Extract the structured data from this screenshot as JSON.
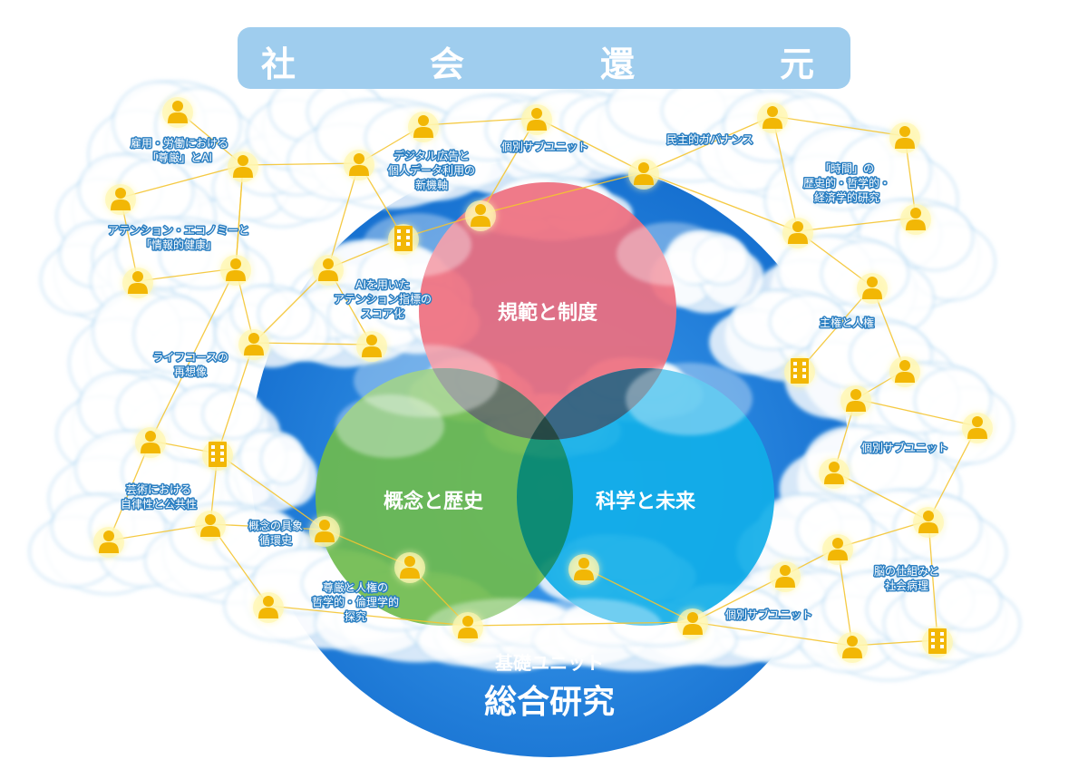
{
  "banner": {
    "chars": [
      "社",
      "会",
      "還",
      "元"
    ]
  },
  "base": {
    "line1": "基礎ユニット",
    "line2": "総合研究"
  },
  "circles": [
    {
      "label": "規範と制度",
      "color": "#ee6f7f"
    },
    {
      "label": "概念と歴史",
      "color": "#6fbb4e"
    },
    {
      "label": "科学と未来",
      "color": "#11aee8"
    }
  ],
  "colors": {
    "base_circle": "#1777d4",
    "banner": "#9fcdee",
    "overlap_rg": "#5c6b5f",
    "overlap_rb": "#2a5b7a",
    "overlap_gb": "#0a8a6a",
    "link_line": "#f4c430",
    "person_icon": "#f2b705",
    "cloud_fill": "#ffffff",
    "cloud_edge": "#9fd0f0",
    "label_text": "#ffffff",
    "label_shadow": "#2b7fc2"
  },
  "topics": [
    {
      "id": "t1",
      "lines": [
        "雇用・労働における",
        "「尊厳」とAI"
      ]
    },
    {
      "id": "t2",
      "lines": [
        "デジタル広告と",
        "個人データ利用の",
        "新機軸"
      ]
    },
    {
      "id": "t3",
      "lines": [
        "個別サブユニット"
      ]
    },
    {
      "id": "t4",
      "lines": [
        "民主的ガバナンス"
      ]
    },
    {
      "id": "t5",
      "lines": [
        "「時間」の",
        "歴史的・哲学的・",
        "経済学的研究"
      ]
    },
    {
      "id": "t6",
      "lines": [
        "アテンション・エコノミーと",
        "「情報的健康」"
      ]
    },
    {
      "id": "t7",
      "lines": [
        "AIを用いた",
        "アテンション指標の",
        "スコア化"
      ]
    },
    {
      "id": "t8",
      "lines": [
        "主権と人権"
      ]
    },
    {
      "id": "t9",
      "lines": [
        "ライフコースの",
        "再想像"
      ]
    },
    {
      "id": "t10",
      "lines": [
        "個別サブユニット"
      ]
    },
    {
      "id": "t11",
      "lines": [
        "芸術における",
        "自律性と公共性"
      ]
    },
    {
      "id": "t12",
      "lines": [
        "概念の具象",
        "循環史"
      ]
    },
    {
      "id": "t13",
      "lines": [
        "脳の仕組みと",
        "社会病理"
      ]
    },
    {
      "id": "t14",
      "lines": [
        "尊厳と人権の",
        "哲学的・倫理学的",
        "探究"
      ]
    },
    {
      "id": "t15",
      "lines": [
        "個別サブユニット"
      ]
    }
  ]
}
